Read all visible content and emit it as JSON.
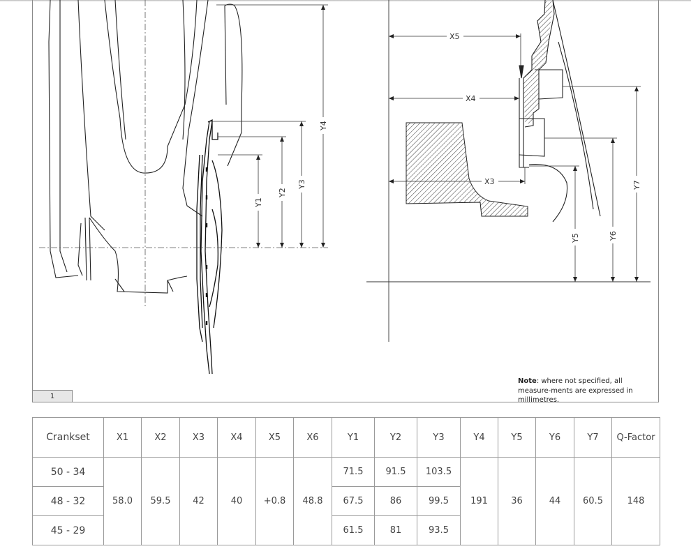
{
  "figure": {
    "number": "1",
    "note_prefix": "Note",
    "note_text": ": where not specified, all measure-ments are expressed in millimetres.",
    "dimension_labels": {
      "y1": "Y1",
      "y2": "Y2",
      "y3": "Y3",
      "y4": "Y4",
      "x3": "X3",
      "x4": "X4",
      "x5": "X5",
      "y5": "Y5",
      "y6": "Y6",
      "y7": "Y7"
    }
  },
  "table": {
    "headers": [
      "Crankset",
      "X1",
      "X2",
      "X3",
      "X4",
      "X5",
      "X6",
      "Y1",
      "Y2",
      "Y3",
      "Y4",
      "Y5",
      "Y6",
      "Y7",
      "Q-Factor"
    ],
    "cranksets": [
      "50 - 34",
      "48 - 32",
      "45 - 29"
    ],
    "shared": {
      "x1": "58.0",
      "x2": "59.5",
      "x3": "42",
      "x4": "40",
      "x5": "+0.8",
      "x6": "48.8",
      "y4": "191",
      "y5": "36",
      "y6": "44",
      "y7": "60.5",
      "q_factor": "148"
    },
    "rows": [
      {
        "y1": "71.5",
        "y2": "91.5",
        "y3": "103.5"
      },
      {
        "y1": "67.5",
        "y2": "86",
        "y3": "99.5"
      },
      {
        "y1": "61.5",
        "y2": "81",
        "y3": "93.5"
      }
    ]
  }
}
